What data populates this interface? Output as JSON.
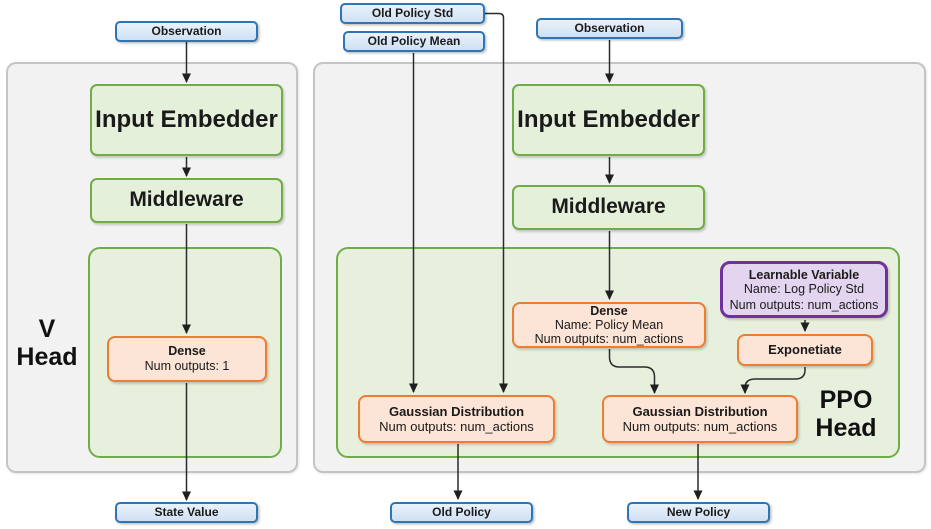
{
  "v_head": {
    "observation": "Observation",
    "input_embedder": "Input Embedder",
    "middleware": "Middleware",
    "dense": {
      "title": "Dense",
      "outputs": "Num outputs: 1"
    },
    "label_line1": "V",
    "label_line2": "Head",
    "output": "State Value"
  },
  "ppo_head": {
    "inputs": {
      "old_policy_std": "Old Policy Std",
      "old_policy_mean": "Old Policy Mean",
      "observation": "Observation"
    },
    "input_embedder": "Input Embedder",
    "middleware": "Middleware",
    "dense": {
      "title": "Dense",
      "name": "Name: Policy Mean",
      "outputs": "Num outputs: num_actions"
    },
    "learnable_variable": {
      "title": "Learnable Variable",
      "name": "Name: Log Policy Std",
      "outputs": "Num outputs: num_actions"
    },
    "exponetiate": "Exponetiate",
    "gaussian_old": {
      "title": "Gaussian Distribution",
      "outputs": "Num outputs: num_actions"
    },
    "gaussian_new": {
      "title": "Gaussian Distribution",
      "outputs": "Num outputs: num_actions"
    },
    "label_line1": "PPO",
    "label_line2": "Head",
    "outputs": {
      "old_policy": "Old Policy",
      "new_policy": "New Policy"
    }
  },
  "colors": {
    "blue_fill": "#d9e7f6",
    "blue_border": "#2e75b6",
    "green_fill": "#e5f0da",
    "green_border": "#70ad47",
    "orange_fill": "#fce4d6",
    "orange_border": "#ed7d31",
    "purple_fill": "#e3d5ef",
    "purple_border": "#7030a0",
    "panel_fill": "#f2f2f2",
    "panel_border": "#c4c4c4",
    "arrow": "#2b2b2b"
  }
}
